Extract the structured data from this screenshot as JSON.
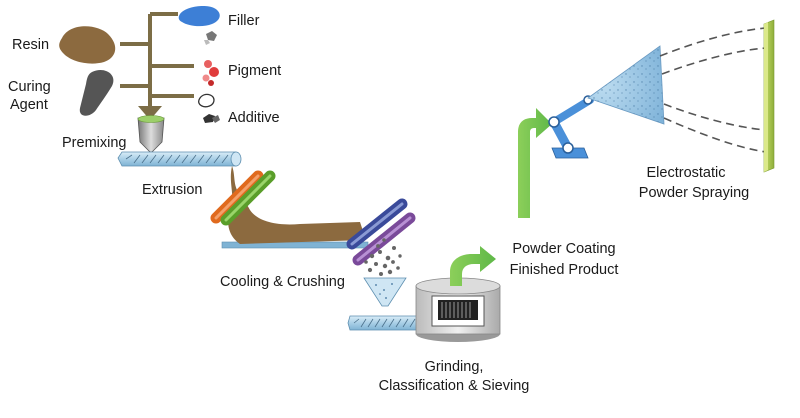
{
  "labels": {
    "resin": "Resin",
    "curing_line1": "Curing",
    "curing_line2": "Agent",
    "filler": "Filler",
    "pigment": "Pigment",
    "additive": "Additive",
    "premixing": "Premixing",
    "extrusion": "Extrusion",
    "cooling": "Cooling & Crushing",
    "grinding_line1": "Grinding,",
    "grinding_line2": "Classification & Sieving",
    "finished_line1": "Powder Coating",
    "finished_line2": "Finished Product",
    "spraying_line1": "Electrostatic",
    "spraying_line2": "Powder Spraying"
  },
  "colors": {
    "resin": "#8c6a3f",
    "curing_agent": "#555555",
    "filler": "#3d7fd6",
    "pigment": "#e03c3c",
    "feed_pipe": "#7c6d46",
    "arrow_green": "#5fb848",
    "extruder": "#a9cfe6",
    "robot_arm": "#4a90d9",
    "spray_cone": "#8fbfe0",
    "target_panel": "#a7c74a",
    "roller_orange": "#e06a1e",
    "roller_green": "#5a9e2a",
    "roller_blue": "#3a4a9a",
    "roller_purple": "#7a4a9a"
  }
}
